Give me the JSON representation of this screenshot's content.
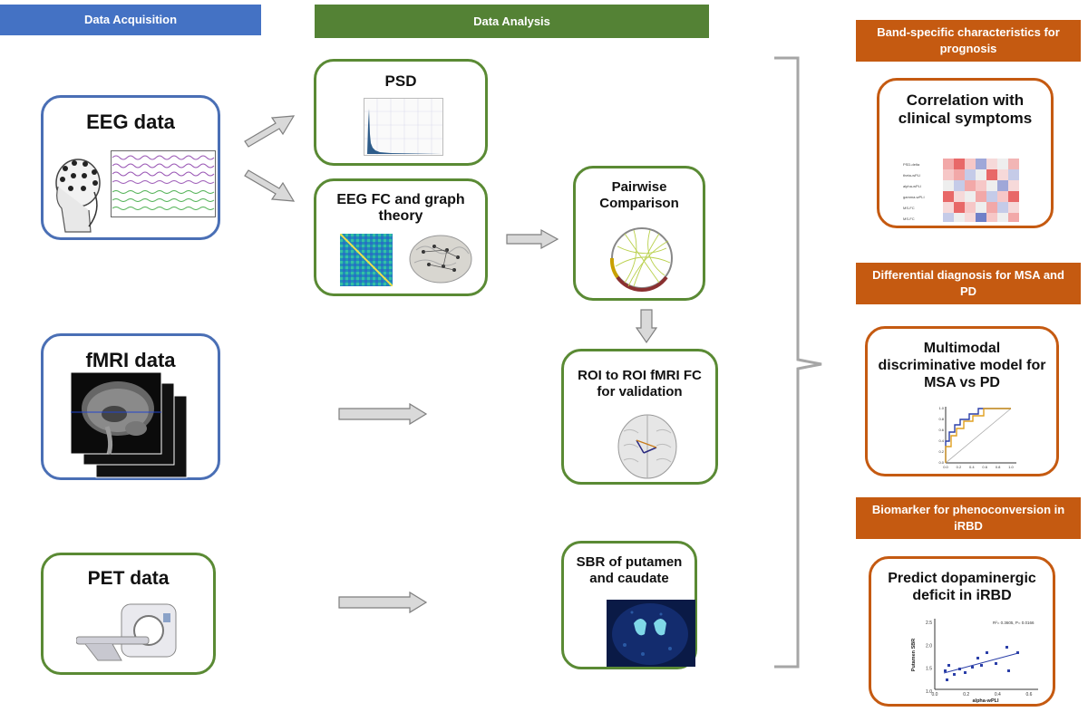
{
  "banners": {
    "acquisition": "Data Acquisition",
    "analysis": "Data Analysis",
    "prognosis": "Band-specific characteristics for prognosis",
    "diagnosis": "Differential diagnosis for MSA and PD",
    "biomarker": "Biomarker for phenoconversion in iRBD"
  },
  "sources": {
    "eeg": "EEG data",
    "fmri": "fMRI data",
    "pet": "PET data"
  },
  "analysis": {
    "psd": "PSD",
    "eeg_fc": "EEG FC and graph theory",
    "pairwise": "Pairwise Comparison",
    "roi": "ROI to ROI fMRI FC for validation",
    "sbr": "SBR of putamen and caudate"
  },
  "outcomes": {
    "correlation": "Correlation with clinical symptoms",
    "multimodal": "Multimodal discriminative model for MSA vs PD",
    "predict": "Predict dopaminergic deficit in iRBD"
  },
  "scatter": {
    "xlabel": "alpha-wPLI",
    "ylabel": "Putamen SBR",
    "annotation": "R²= 0.3605, P= 0.0166",
    "xticks": [
      "0.0",
      "0.2",
      "0.4",
      "0.6"
    ],
    "yticks": [
      "1.0",
      "1.5",
      "2.0",
      "2.5"
    ]
  },
  "roc": {
    "xticks": [
      "0.0",
      "0.2",
      "0.4",
      "0.6",
      "0.8",
      "1.0"
    ],
    "yticks": [
      "0.0",
      "0.2",
      "0.4",
      "0.6",
      "0.8",
      "1.0"
    ]
  }
}
